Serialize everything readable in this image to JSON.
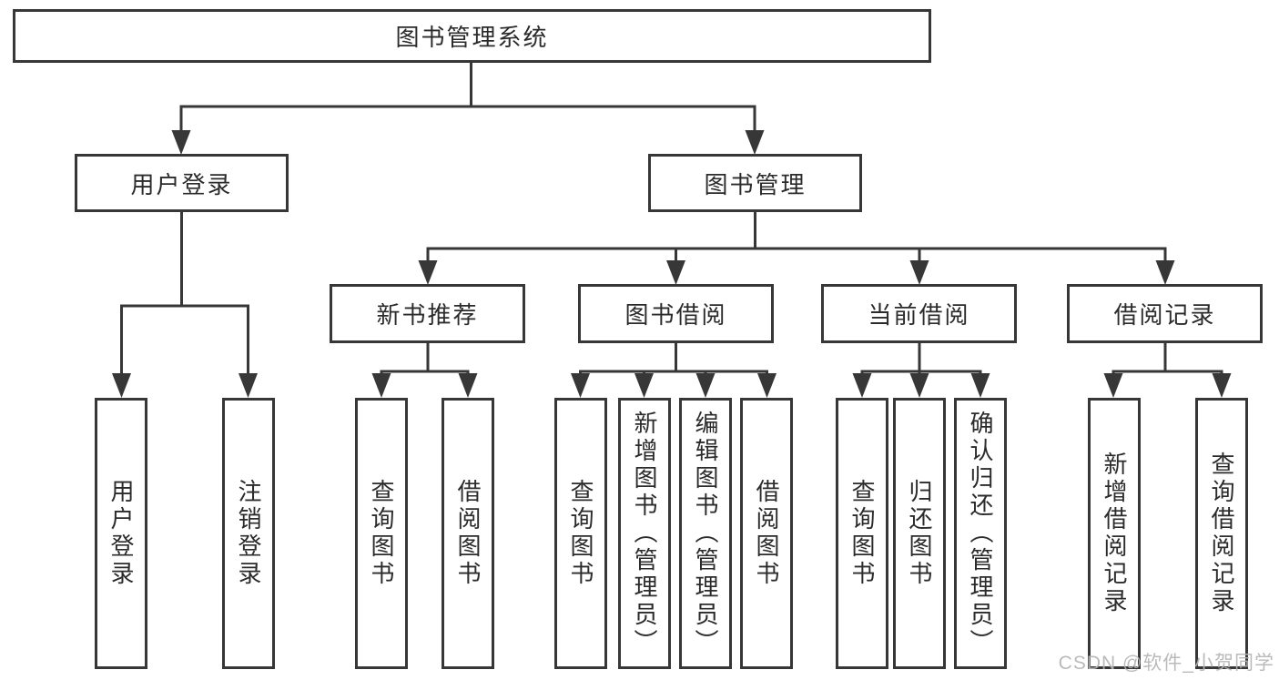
{
  "tree": {
    "label": "图书管理系统",
    "children": [
      {
        "label": "用户登录",
        "children": [
          {
            "label": "用户登录"
          },
          {
            "label": "注销登录"
          }
        ]
      },
      {
        "label": "图书管理",
        "children": [
          {
            "label": "新书推荐",
            "children": [
              {
                "label": "查询图书"
              },
              {
                "label": "借阅图书"
              }
            ]
          },
          {
            "label": "图书借阅",
            "children": [
              {
                "label": "查询图书"
              },
              {
                "label": "新增图书（管理员）"
              },
              {
                "label": "编辑图书（管理员）"
              },
              {
                "label": "借阅图书"
              }
            ]
          },
          {
            "label": "当前借阅",
            "children": [
              {
                "label": "查询图书"
              },
              {
                "label": "归还图书"
              },
              {
                "label": "确认归还（管理员）"
              }
            ]
          },
          {
            "label": "借阅记录",
            "children": [
              {
                "label": "新增借阅记录"
              },
              {
                "label": "查询借阅记录"
              }
            ]
          }
        ]
      }
    ]
  },
  "watermark": "CSDN @软件_小贺同学",
  "colors": {
    "line": "#373737",
    "text": "#2b2b2b",
    "watermark": "#b5b5b5"
  }
}
